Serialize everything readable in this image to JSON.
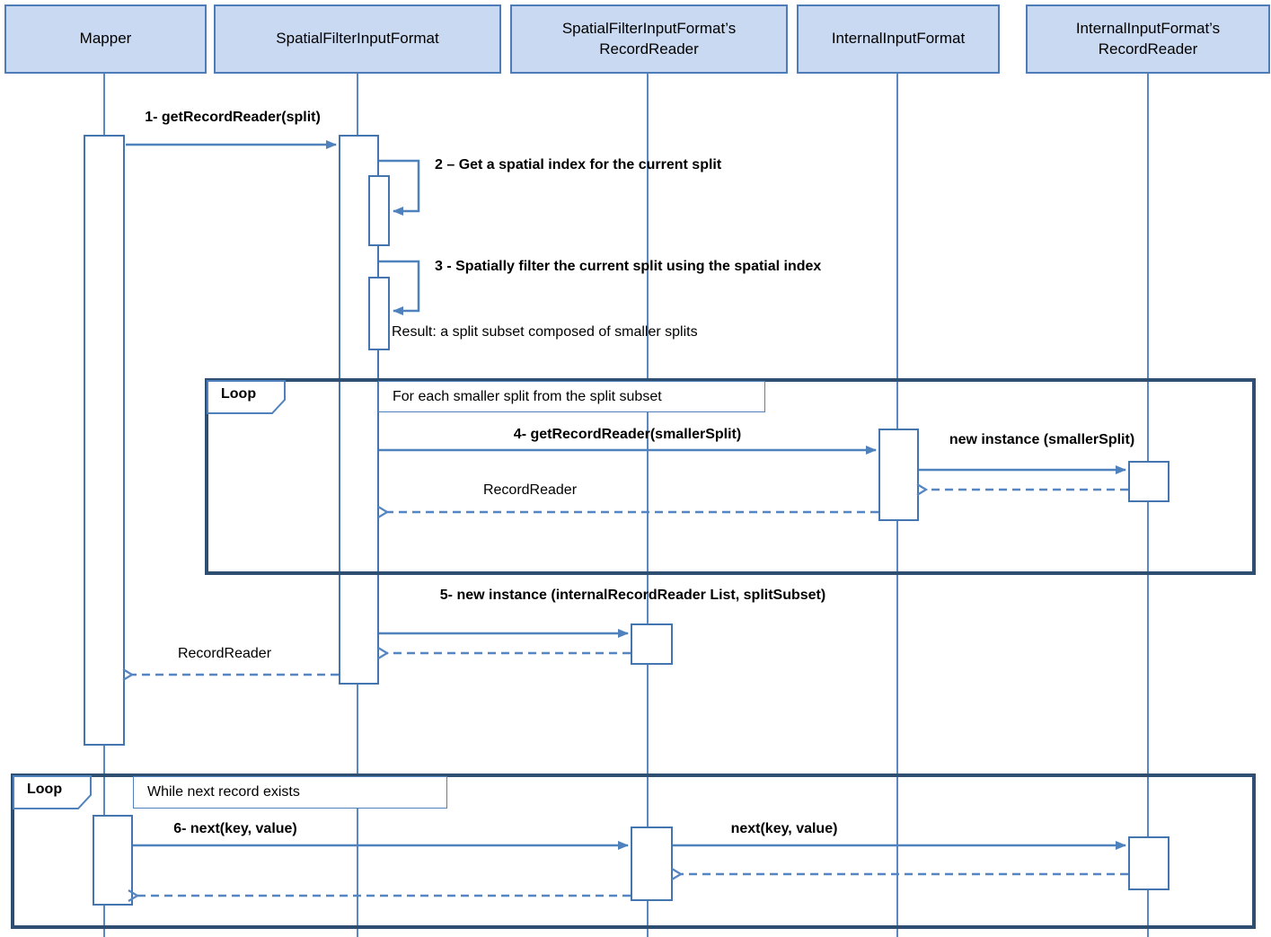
{
  "diagram": {
    "type": "uml-sequence-diagram",
    "actors": [
      {
        "name": "Mapper"
      },
      {
        "name": "SpatialFilterInputFormat"
      },
      {
        "name": "SpatialFilterInputFormat’s RecordReader"
      },
      {
        "name": "InternalInputFormat"
      },
      {
        "name": "InternalInputFormat’s RecordReader"
      }
    ],
    "loops": {
      "loop1": {
        "label": "Loop",
        "guard": "For each smaller split from the split subset"
      },
      "loop2": {
        "label": "Loop",
        "guard": "While next record exists"
      }
    },
    "messages": {
      "m1": {
        "label": "1- getRecordReader(split)",
        "from": "Mapper",
        "to": "SpatialFilterInputFormat",
        "kind": "solid"
      },
      "m2": {
        "label": "2 – Get a spatial index for the current split",
        "from": "SpatialFilterInputFormat",
        "to": "SpatialFilterInputFormat",
        "kind": "self"
      },
      "m3": {
        "label": "3 - Spatially filter the current split using the spatial index",
        "from": "SpatialFilterInputFormat",
        "to": "SpatialFilterInputFormat",
        "kind": "self"
      },
      "m3_result": {
        "label": "Result: a split subset composed of smaller splits",
        "kind": "note"
      },
      "m4": {
        "label": "4- getRecordReader(smallerSplit)",
        "from": "SpatialFilterInputFormat",
        "to": "InternalInputFormat",
        "kind": "solid"
      },
      "new_instance_smaller": {
        "label": "new instance (smallerSplit)",
        "from": "InternalInputFormat",
        "to": "InternalInputFormat’s RecordReader",
        "kind": "solid"
      },
      "return_recordreader_loop": {
        "label": "RecordReader",
        "from": "InternalInputFormat",
        "to": "SpatialFilterInputFormat",
        "kind": "dashed-return"
      },
      "m5": {
        "label": "5- new instance (internalRecordReader List, splitSubset)",
        "from": "SpatialFilterInputFormat",
        "to": "SpatialFilterInputFormat’s RecordReader",
        "kind": "solid"
      },
      "return_recordreader_mapper": {
        "label": "RecordReader",
        "from": "SpatialFilterInputFormat",
        "to": "Mapper",
        "kind": "dashed-return"
      },
      "m6": {
        "label": "6- next(key, value)",
        "from": "Mapper",
        "to": "SpatialFilterInputFormat’s RecordReader",
        "kind": "solid"
      },
      "next_internal": {
        "label": "next(key, value)",
        "from": "SpatialFilterInputFormat’s RecordReader",
        "to": "InternalInputFormat’s RecordReader",
        "kind": "solid"
      }
    },
    "colors": {
      "actor_fill": "#C9D9F1",
      "actor_border": "#4E7CB8",
      "line": "#4F81BD",
      "lifeline": "#5B87C2",
      "loop_border": "#2E4E72",
      "text": "#000000",
      "background": "#FFFFFF"
    }
  }
}
